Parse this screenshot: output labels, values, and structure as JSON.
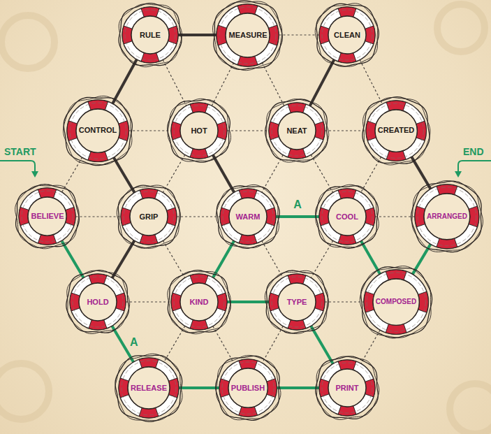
{
  "diagram": {
    "nodes": [
      {
        "text": [
          "RULE"
        ]
      },
      {
        "text": [
          "MEASURE"
        ]
      },
      {
        "text": [
          "CLEAN"
        ]
      },
      {
        "text": [
          "CONTROL"
        ]
      },
      {
        "text": [
          "HOT"
        ]
      },
      {
        "text": [
          "NEAT"
        ]
      },
      {
        "text": [
          "CREATED"
        ]
      },
      {
        "text": [
          "BELIEVE"
        ]
      },
      {
        "text": [
          "GRIP"
        ]
      },
      {
        "text": [
          "WARM"
        ]
      },
      {
        "text": [
          "COOL"
        ]
      },
      {
        "text": [
          "ARRANGED"
        ]
      },
      {
        "text": [
          "HOLD"
        ]
      },
      {
        "text": [
          "KIND"
        ]
      },
      {
        "text": [
          "TYPE"
        ]
      },
      {
        "text": [
          "COMPOSED"
        ]
      },
      {
        "text": [
          "RELEASE"
        ]
      },
      {
        "text": [
          "PUBLISH"
        ]
      },
      {
        "text": [
          "PRINT"
        ]
      }
    ],
    "edges": [
      {
        "from": 0,
        "to": 1,
        "arrow": "none"
      },
      {
        "from": 1,
        "to": 2,
        "arrow": "none"
      },
      {
        "from": 0,
        "to": 3,
        "arrow": "none"
      },
      {
        "from": 0,
        "to": 4,
        "arrow": "none"
      },
      {
        "from": 1,
        "to": 4,
        "arrow": "none"
      },
      {
        "from": 1,
        "to": 5,
        "arrow": "none"
      },
      {
        "from": 2,
        "to": 5,
        "arrow": "none"
      },
      {
        "from": 2,
        "to": 6,
        "arrow": "none"
      },
      {
        "from": 3,
        "to": 4,
        "arrow": "none"
      },
      {
        "from": 4,
        "to": 5,
        "arrow": "none"
      },
      {
        "from": 5,
        "to": 6,
        "arrow": "none"
      },
      {
        "from": 3,
        "to": 7,
        "arrow": "none"
      },
      {
        "from": 3,
        "to": 8,
        "arrow": "none"
      },
      {
        "from": 4,
        "to": 8,
        "arrow": "none"
      },
      {
        "from": 4,
        "to": 9,
        "arrow": "none"
      },
      {
        "from": 5,
        "to": 9,
        "arrow": "none"
      },
      {
        "from": 5,
        "to": 10,
        "arrow": "none"
      },
      {
        "from": 6,
        "to": 10,
        "arrow": "none"
      },
      {
        "from": 6,
        "to": 11,
        "arrow": "none"
      },
      {
        "from": 7,
        "to": 8,
        "arrow": "none"
      },
      {
        "from": 8,
        "to": 9,
        "arrow": "none"
      },
      {
        "from": 9,
        "to": 10,
        "arrow": "none",
        "label": "A"
      },
      {
        "from": 10,
        "to": 11,
        "arrow": "none"
      },
      {
        "from": 7,
        "to": 12,
        "arrow": "none"
      },
      {
        "from": 8,
        "to": 12,
        "arrow": "none"
      },
      {
        "from": 8,
        "to": 13,
        "arrow": "none"
      },
      {
        "from": 9,
        "to": 13,
        "arrow": "none"
      },
      {
        "from": 9,
        "to": 14,
        "arrow": "none"
      },
      {
        "from": 10,
        "to": 14,
        "arrow": "none"
      },
      {
        "from": 10,
        "to": 15,
        "arrow": "none"
      },
      {
        "from": 11,
        "to": 15,
        "arrow": "none"
      },
      {
        "from": 12,
        "to": 13,
        "arrow": "none"
      },
      {
        "from": 13,
        "to": 14,
        "arrow": "none"
      },
      {
        "from": 14,
        "to": 15,
        "arrow": "none"
      },
      {
        "from": 12,
        "to": 16,
        "arrow": "none",
        "label": "A"
      },
      {
        "from": 13,
        "to": 16,
        "arrow": "none"
      },
      {
        "from": 13,
        "to": 17,
        "arrow": "none"
      },
      {
        "from": 14,
        "to": 17,
        "arrow": "none"
      },
      {
        "from": 14,
        "to": 18,
        "arrow": "none"
      },
      {
        "from": 15,
        "to": 18,
        "arrow": "none"
      },
      {
        "from": 16,
        "to": 17,
        "arrow": "none"
      },
      {
        "from": 17,
        "to": 18,
        "arrow": "none"
      }
    ],
    "labels": [
      "START",
      "END"
    ]
  }
}
